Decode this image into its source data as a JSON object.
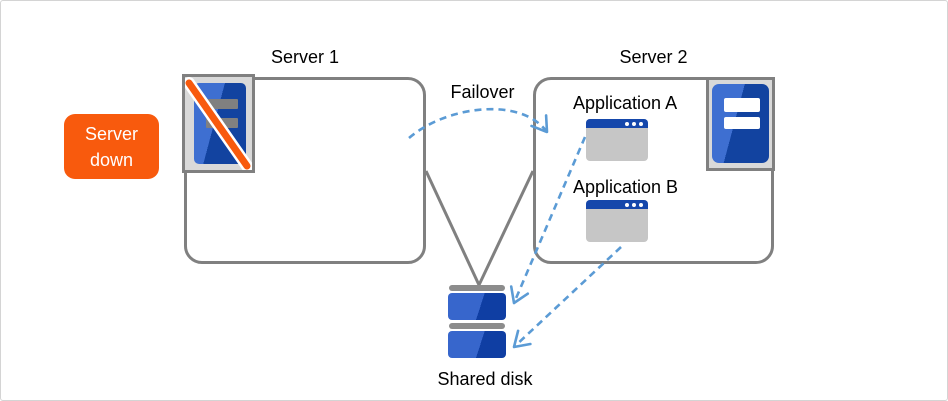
{
  "diagram": {
    "title_semantics": "failover-cluster-diagram",
    "badge": {
      "line1": "Server",
      "line2": "down",
      "color": "#f85a0d",
      "text_color": "#ffffff"
    },
    "server1": {
      "label": "Server 1",
      "status": "down",
      "icon": "server-tower-failed-icon"
    },
    "server2": {
      "label": "Server 2",
      "status": "up",
      "icon": "server-tower-icon",
      "applications": [
        {
          "label": "Application A",
          "icon": "app-window-icon"
        },
        {
          "label": "Application B",
          "icon": "app-window-icon"
        }
      ]
    },
    "failover": {
      "label": "Failover",
      "arrow_style": "dashed-curved",
      "arrow_color": "#5b9bd5"
    },
    "shared_disk": {
      "label": "Shared disk",
      "icon": "shared-disk-stack-icon"
    },
    "connections": [
      {
        "from": "Server 1",
        "to": "Shared disk",
        "style": "solid-gray-line"
      },
      {
        "from": "Server 2",
        "to": "Shared disk",
        "style": "solid-gray-line"
      },
      {
        "from": "Application A",
        "to": "Shared disk",
        "style": "dashed-blue-arrow"
      },
      {
        "from": "Application B",
        "to": "Shared disk",
        "style": "dashed-blue-arrow"
      }
    ],
    "colors": {
      "arrow_blue": "#5b9bd5",
      "line_gray": "#808080",
      "box_border_gray": "#808080",
      "icon_frame_fill": "#d9d9d9",
      "tower_blue_light": "#3e6fd1",
      "tower_blue_dark": "#1243a0",
      "window_title_blue": "#1547ab",
      "window_body_gray": "#c6c6c6",
      "disk_cap_gray": "#8c8c8c",
      "badge_orange": "#f85a0d",
      "slash_orange": "#f85a0d",
      "text_black": "#000000"
    }
  }
}
